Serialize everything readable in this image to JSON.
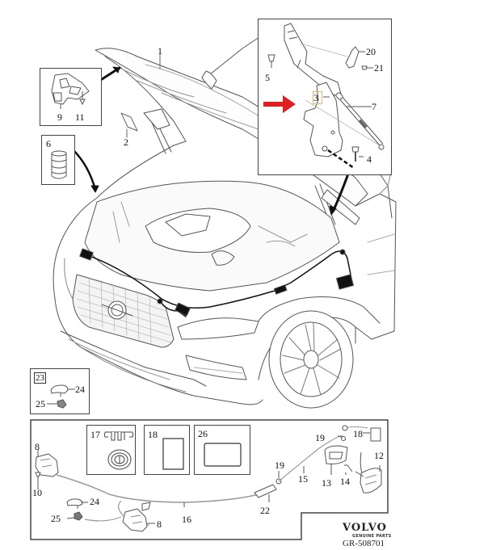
{
  "diagram": {
    "title_logo": "VOLVO",
    "subtitle": "GENUINE PARTS",
    "reference": "GR-508701",
    "accent_color": "#e02020",
    "callouts": {
      "hood": "1",
      "hood_insulator": "2",
      "hood_hinge": "3",
      "hinge_bolt": "4",
      "hinge_screw": "5",
      "rubber_buffer": "6",
      "gas_strut": "7",
      "hood_lock_left": "8",
      "hood_lock_right": "8",
      "lock_bracket": "9",
      "lock_screw": "10",
      "clip": "11",
      "release_handle_housing": "12",
      "release_handle": "13",
      "handle_screw": "14",
      "release_cable_front": "15",
      "release_cable_main": "16",
      "cable_grommet": "17",
      "label_sticker": "18",
      "label_sticker_2": "18",
      "cable_clip_upper": "19",
      "cable_clip_lower": "19",
      "hinge_bracket": "20",
      "bracket_screw": "21",
      "cable_joint": "22",
      "kit_label": "23",
      "buffer_cap_kit": "24",
      "buffer_cap": "24",
      "buffer_nut_kit": "25",
      "buffer_nut": "25",
      "label_plate": "26"
    }
  }
}
